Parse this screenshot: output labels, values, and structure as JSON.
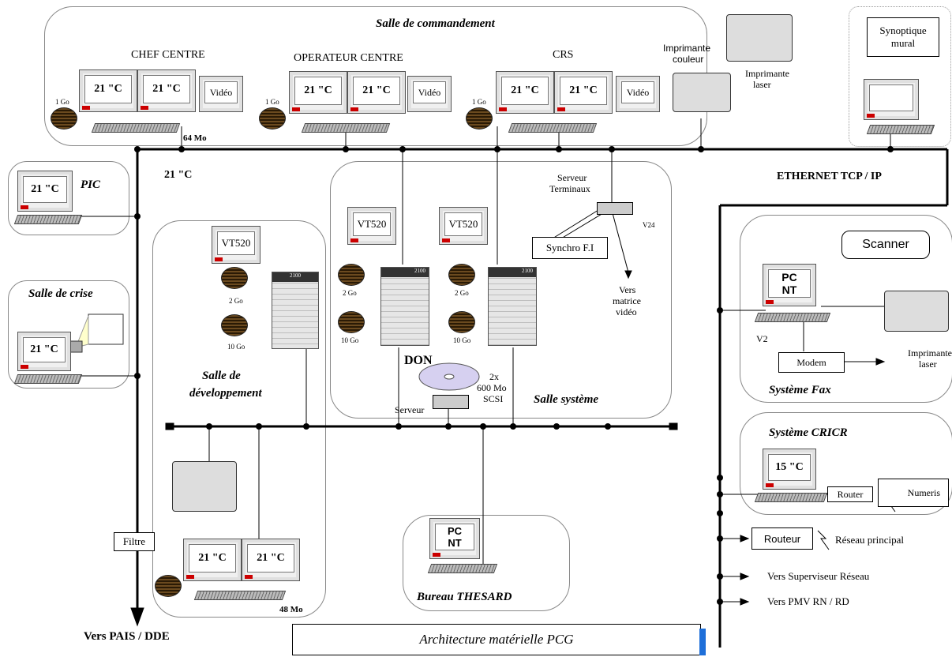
{
  "rooms": {
    "commandement": "Salle de commandement",
    "pic": "PIC",
    "crise": "Salle de crise",
    "developpement_1": "Salle de",
    "developpement_2": "développement",
    "systeme": "Salle système",
    "fax": "Système Fax",
    "cricr": "Système CRICR",
    "thesard": "Bureau THESARD"
  },
  "stations": {
    "chef": "CHEF CENTRE",
    "operateur": "OPERATEUR CENTRE",
    "crs": "CRS",
    "monitor_21": "21 \"C",
    "monitor_15": "15 \"C",
    "video": "Vidéo",
    "disk_1go": "1 Go",
    "mem_64": "64 Mo",
    "mem_48": "48 Mo",
    "label_21c": "21 \"C"
  },
  "printers": {
    "couleur_1": "Imprimante",
    "couleur_2": "couleur",
    "laser_1": "Imprimante",
    "laser_2": "laser",
    "fax_laser_1": "Imprimante",
    "fax_laser_2": "laser"
  },
  "synoptique": {
    "l1": "Synoptique",
    "l2": "mural"
  },
  "network": {
    "ethernet": "ETHERNET TCP / IP"
  },
  "systeme": {
    "vt520": "VT520",
    "disk_2go": "2 Go",
    "disk_10go": "10 Go",
    "server_badge": "2100",
    "serveur_terminaux_1": "Serveur",
    "serveur_terminaux_2": "Terminaux",
    "v24": "V24",
    "synchro": "Synchro F.I",
    "vers_matrice_1": "Vers",
    "vers_matrice_2": "matrice",
    "vers_matrice_3": "vidéo",
    "don": "DON",
    "cd_1": "2x",
    "cd_2": "600 Mo",
    "cd_3": "SCSI",
    "serveur": "Serveur"
  },
  "fax": {
    "pc_1": "PC",
    "pc_2": "NT",
    "scanner": "Scanner",
    "v2": "V2",
    "modem": "Modem"
  },
  "cricr": {
    "router": "Router",
    "numeris": "Numeris"
  },
  "wan": {
    "routeur": "Routeur",
    "reseau": "Réseau principal",
    "superviseur": "Vers Superviseur Réseau",
    "pmv": "Vers PMV RN / RD"
  },
  "misc": {
    "filtre": "Filtre",
    "vers_pais": "Vers PAIS / DDE",
    "pc": "PC",
    "nt": "NT"
  },
  "title": "Architecture matérielle PCG",
  "colors": {
    "accent": "#1e6fd9",
    "room_border": "#888888"
  }
}
